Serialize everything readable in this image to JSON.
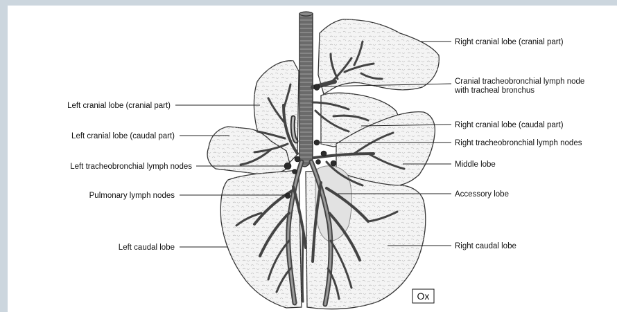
{
  "labels": {
    "left_cranial_cranial": "Left cranial lobe (cranial part)",
    "left_cranial_caudal": "Left cranial lobe (caudal part)",
    "left_tracheobronchial": "Left tracheobronchial lymph nodes",
    "pulmonary_nodes": "Pulmonary lymph nodes",
    "left_caudal": "Left caudal lobe",
    "right_cranial_cranial": "Right cranial lobe (cranial part)",
    "cranial_tracheobronchial_1": "Cranial tracheobronchial lymph node",
    "cranial_tracheobronchial_2": "with tracheal bronchus",
    "right_cranial_caudal": "Right cranial lobe (caudal part)",
    "right_tracheobronchial": "Right tracheobronchial lymph nodes",
    "middle_lobe": "Middle lobe",
    "accessory_lobe": "Accessory lobe",
    "right_caudal": "Right caudal lobe"
  },
  "species_badge": "Ox",
  "colors": {
    "page_background": "#ccd6de",
    "figure_background": "#ffffff",
    "lobe_fill": "#f4f4f4",
    "vessel": "#444444",
    "lymph_node": "#2c2c2c"
  }
}
